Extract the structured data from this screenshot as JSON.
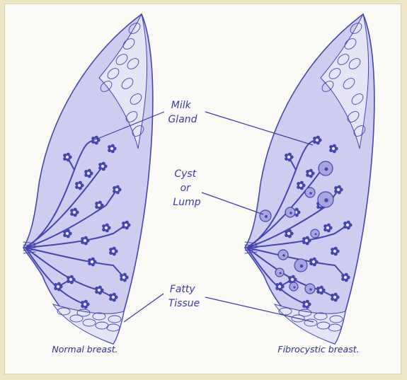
{
  "labels": {
    "milk_gland": [
      "Milk",
      "Gland"
    ],
    "cyst": [
      "Cyst",
      "or",
      "Lump"
    ],
    "fatty_tissue": [
      "Fatty",
      "Tissue"
    ]
  },
  "captions": {
    "normal": "Normal breast.",
    "fibrocystic": "Fibrocystic breast."
  },
  "colors": {
    "ink": "#4545b0",
    "fill": "#cfcdef",
    "fill_light": "#e6e5f7",
    "cyst": "#a9a5e0",
    "background": "#fbfaf6",
    "frame": "#efe6c8"
  }
}
